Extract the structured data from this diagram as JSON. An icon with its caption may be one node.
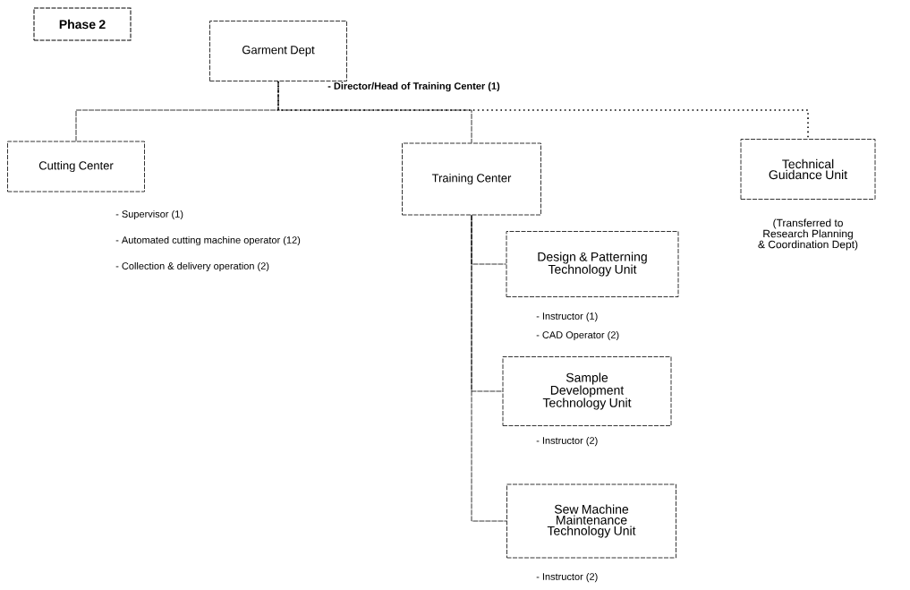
{
  "diagram": {
    "nodes": [
      {
        "text": [
          "Phase 2"
        ]
      },
      {
        "text": [
          "Garment Dept"
        ]
      },
      {
        "text": [
          "Cutting Center"
        ],
        "beside": [
          "- Supervisor (1)",
          "- Automated cutting machine operator (12)",
          "- Collection & delivery operation (2)"
        ]
      },
      {
        "text": [
          "Training Center"
        ]
      },
      {
        "text": [
          "Technical Guidance Unit"
        ],
        "beside": [
          "(Transferred to Research Planning & Coordination Dept)"
        ]
      },
      {
        "text": [
          "Design & Patterning Technology Unit"
        ],
        "beside": [
          "- Instructor (1)",
          "- CAD Operator (2)"
        ]
      },
      {
        "text": [
          "Sample Development Technology Unit"
        ],
        "beside": [
          "- Instructor (2)"
        ]
      },
      {
        "text": [
          "Sew Machine Maintenance Technology Unit"
        ],
        "beside": [
          "- Instructor (2)"
        ]
      }
    ],
    "edges": [
      {
        "from": 1,
        "to": 2,
        "arrow": "none"
      },
      {
        "from": 1,
        "to": 3,
        "arrow": "none"
      },
      {
        "from": 1,
        "to": 4,
        "arrow": "none",
        "style": "dashed"
      },
      {
        "from": 3,
        "to": 5,
        "arrow": "none"
      },
      {
        "from": 3,
        "to": 6,
        "arrow": "none"
      },
      {
        "from": 3,
        "to": 7,
        "arrow": "none"
      }
    ],
    "labels": [
      "- Director/Head of Training Center (1)"
    ]
  }
}
